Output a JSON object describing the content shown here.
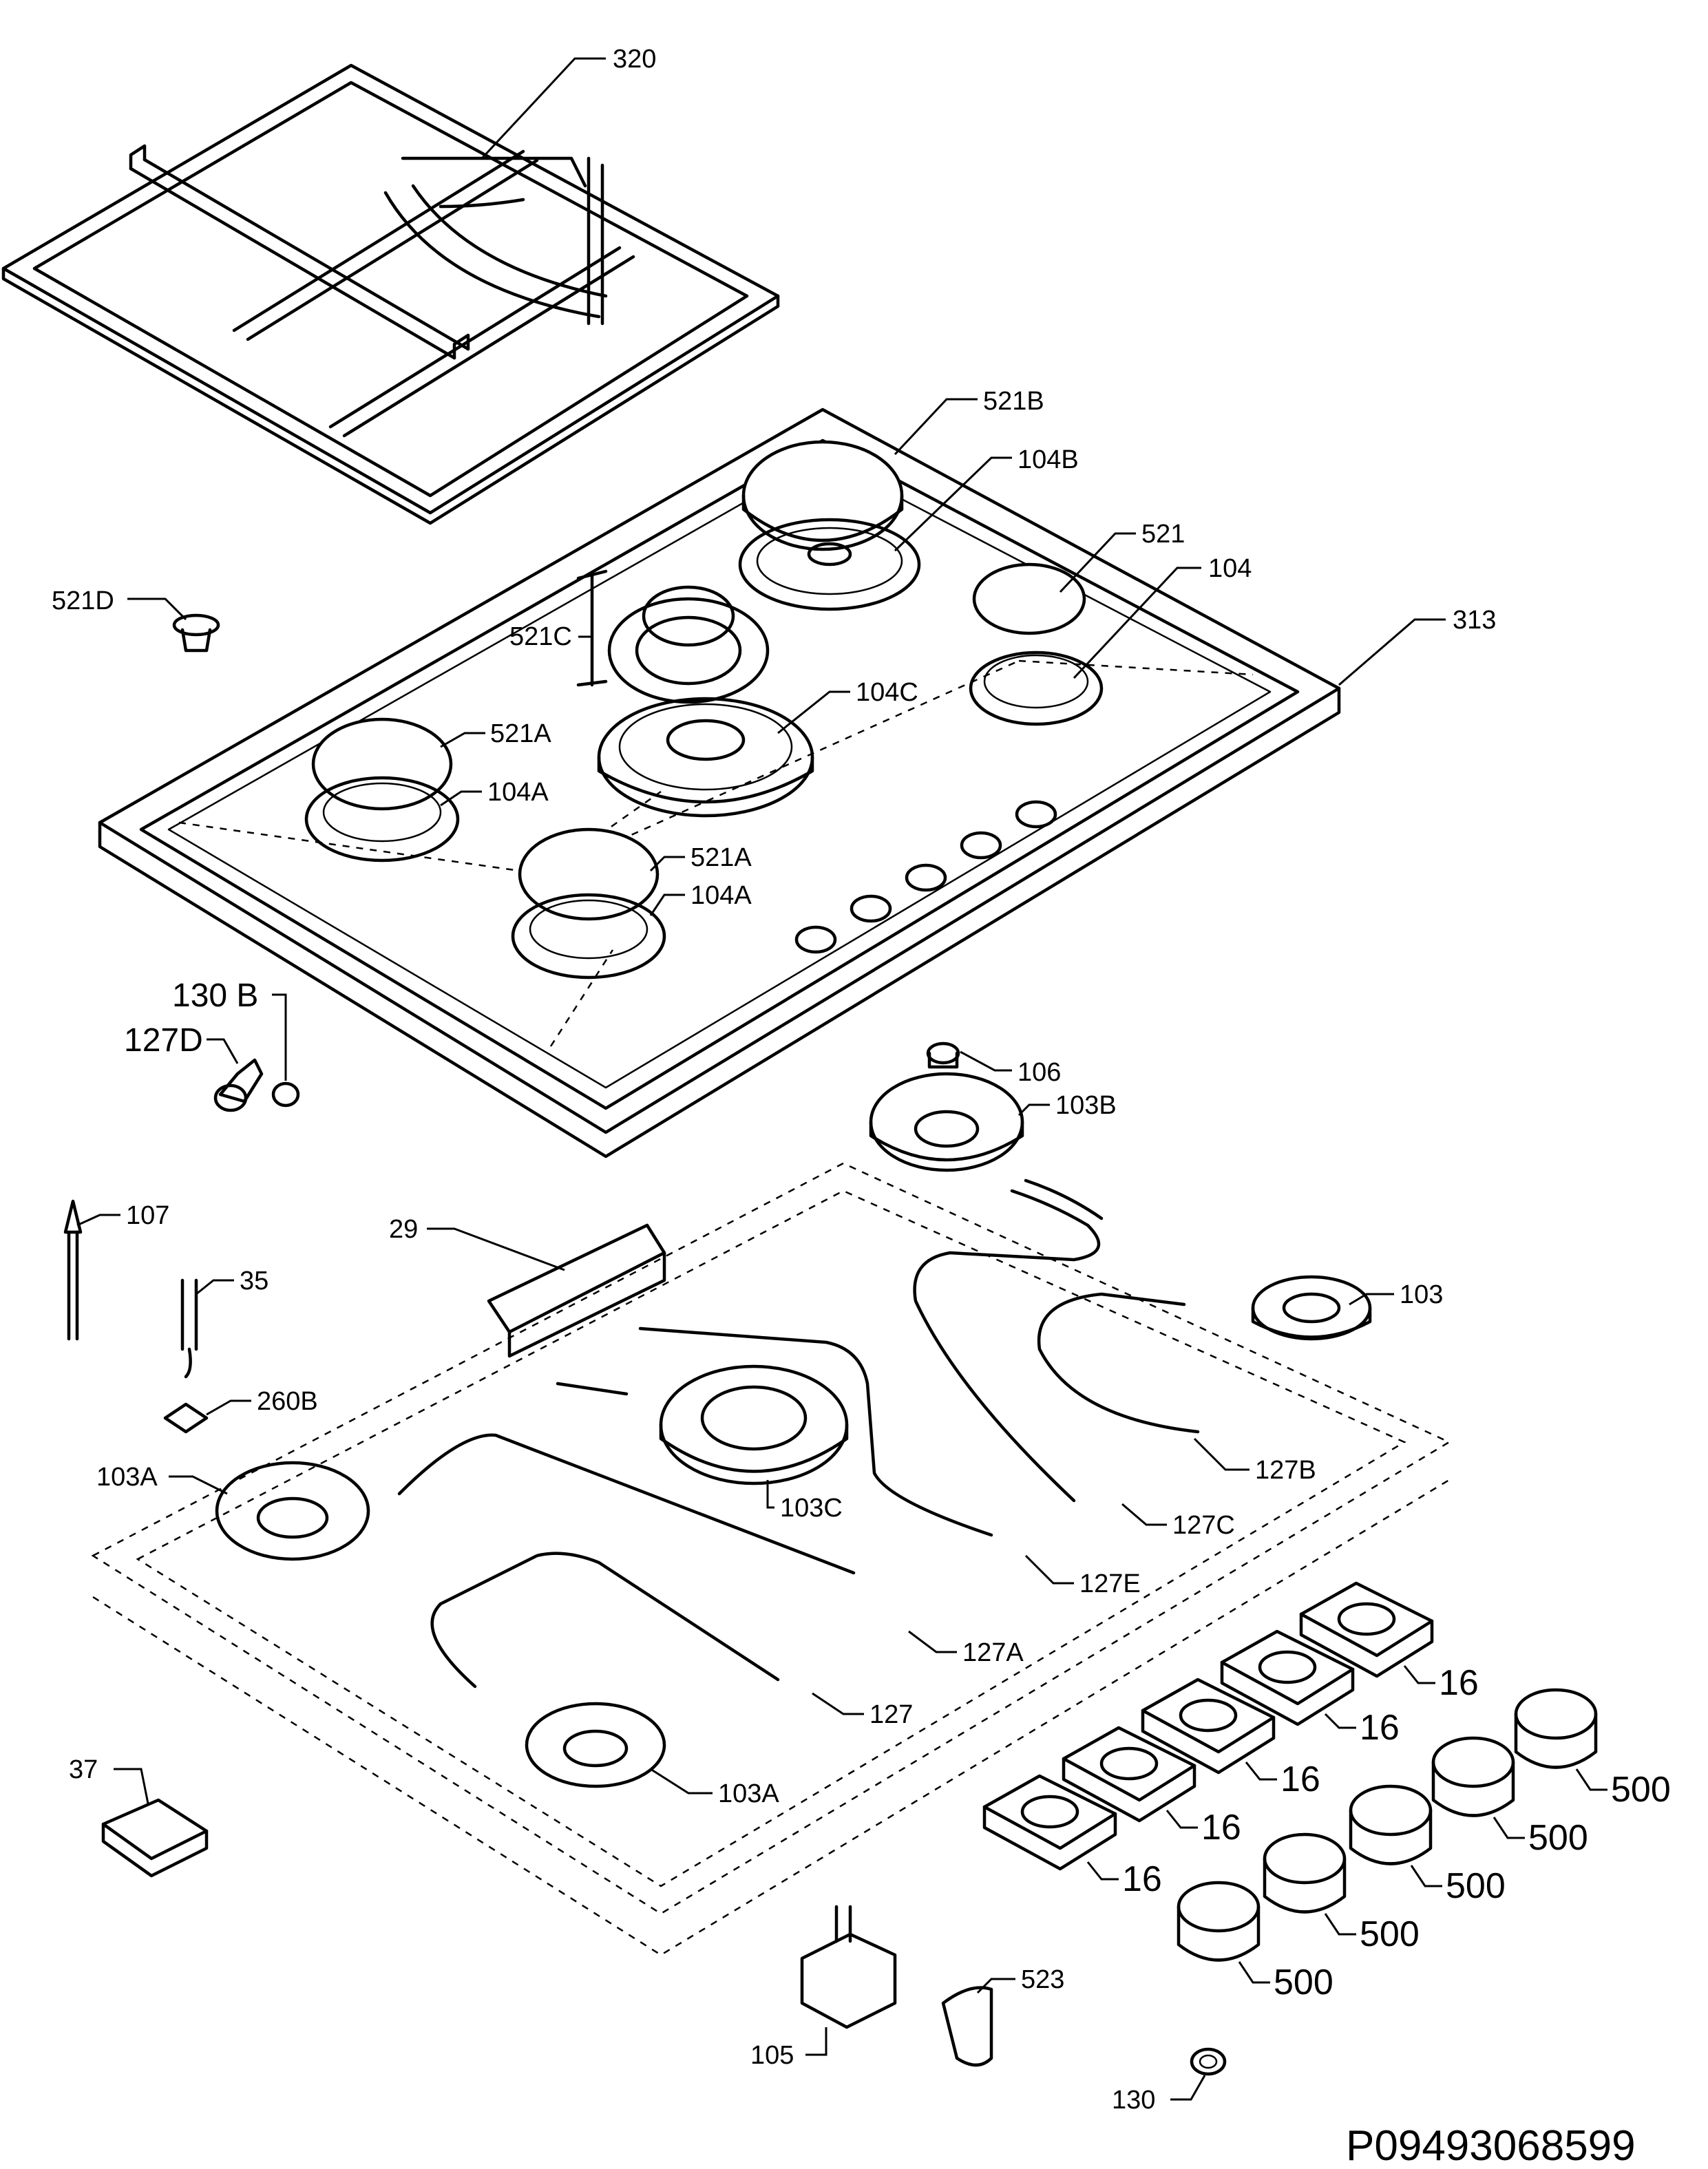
{
  "callouts": [
    {
      "id": "320",
      "text": "320"
    },
    {
      "id": "521b",
      "text": "521B"
    },
    {
      "id": "104b",
      "text": "104B"
    },
    {
      "id": "521",
      "text": "521"
    },
    {
      "id": "104",
      "text": "104"
    },
    {
      "id": "313",
      "text": "313"
    },
    {
      "id": "521d",
      "text": "521D"
    },
    {
      "id": "521c",
      "text": "521C"
    },
    {
      "id": "104c",
      "text": "104C"
    },
    {
      "id": "521a-left",
      "text": "521A"
    },
    {
      "id": "104a-left",
      "text": "104A"
    },
    {
      "id": "521a-front",
      "text": "521A"
    },
    {
      "id": "104a-front",
      "text": "104A"
    },
    {
      "id": "130b",
      "text": "130 B"
    },
    {
      "id": "127d",
      "text": "127D"
    },
    {
      "id": "106",
      "text": "106"
    },
    {
      "id": "103b",
      "text": "103B"
    },
    {
      "id": "107",
      "text": "107"
    },
    {
      "id": "29",
      "text": "29"
    },
    {
      "id": "35",
      "text": "35"
    },
    {
      "id": "103",
      "text": "103"
    },
    {
      "id": "260b",
      "text": "260B"
    },
    {
      "id": "103a-left",
      "text": "103A"
    },
    {
      "id": "103c",
      "text": "103C"
    },
    {
      "id": "127b",
      "text": "127B"
    },
    {
      "id": "127c",
      "text": "127C"
    },
    {
      "id": "127e",
      "text": "127E"
    },
    {
      "id": "127a",
      "text": "127A"
    },
    {
      "id": "127",
      "text": "127"
    },
    {
      "id": "103a-front",
      "text": "103A"
    },
    {
      "id": "37",
      "text": "37"
    },
    {
      "id": "16-1",
      "text": "16"
    },
    {
      "id": "16-2",
      "text": "16"
    },
    {
      "id": "16-3",
      "text": "16"
    },
    {
      "id": "16-4",
      "text": "16"
    },
    {
      "id": "16-5",
      "text": "16"
    },
    {
      "id": "500-1",
      "text": "500"
    },
    {
      "id": "500-2",
      "text": "500"
    },
    {
      "id": "500-3",
      "text": "500"
    },
    {
      "id": "500-4",
      "text": "500"
    },
    {
      "id": "500-5",
      "text": "500"
    },
    {
      "id": "523",
      "text": "523"
    },
    {
      "id": "105",
      "text": "105"
    },
    {
      "id": "130",
      "text": "130"
    }
  ],
  "drawing_number": "P09493068599"
}
